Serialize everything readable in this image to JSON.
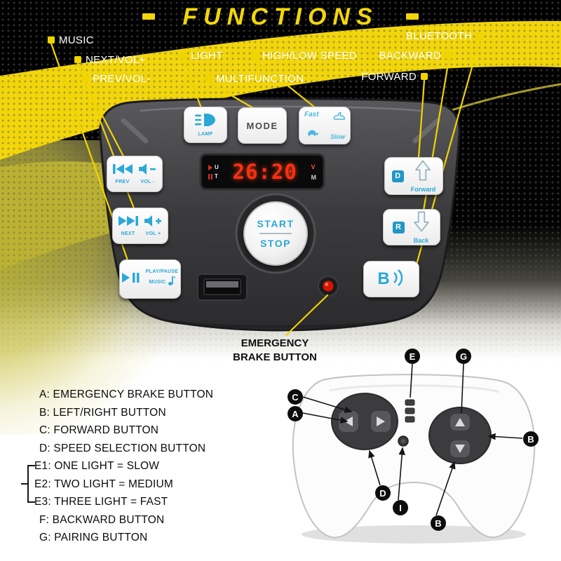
{
  "title": {
    "text": "FUNCTIONS"
  },
  "callouts": {
    "music": "MUSIC",
    "next_vol": "NEXT/VOL+",
    "prev_vol": "PREV/VOL-",
    "light": "LIGHT",
    "multifunction": "MULTIFUNCTION",
    "high_low_speed": "HIGH/LOW SPEED",
    "bluetooth": "BLUETOOTH",
    "backward": "BACKWARD",
    "forward": "FORWARD",
    "emergency_brake": "EMERGENCY BRAKE BUTTON"
  },
  "panel": {
    "lamp": "LAMP",
    "mode": "MODE",
    "fast": "Fast",
    "slow": "Slow",
    "display": {
      "time": "26:20",
      "u": "U",
      "t": "T",
      "v": "V",
      "m": "M"
    },
    "prev": "PREV",
    "vol_minus": "VOL -",
    "next": "NEXT",
    "vol_plus": "VOL +",
    "play_pause": "PLAY/PAUSE",
    "music": "MUSIC",
    "start": "START",
    "stop": "STOP",
    "d": "D",
    "forward": "Forward",
    "r": "R",
    "back": "Back",
    "b": "B"
  },
  "legend": {
    "items": [
      "A: EMERGENCY BRAKE BUTTON",
      "B: LEFT/RIGHT BUTTON",
      "C: FORWARD BUTTON",
      "D: SPEED SELECTION BUTTON",
      "E1: ONE LIGHT = SLOW",
      "E2: TWO LIGHT = MEDIUM",
      "E3: THREE LIGHT = FAST",
      "F: BACKWARD BUTTON",
      "G: PAIRING BUTTON"
    ]
  },
  "remote": {
    "labels": {
      "e": "E",
      "g": "G",
      "c": "C",
      "a": "A",
      "b_right": "B",
      "d": "D",
      "i": "I",
      "b_bottom": "B"
    }
  },
  "colors": {
    "accent_yellow": "#f0d400",
    "icon_cyan": "#2aa8d8",
    "display_red": "#ff2e14"
  }
}
